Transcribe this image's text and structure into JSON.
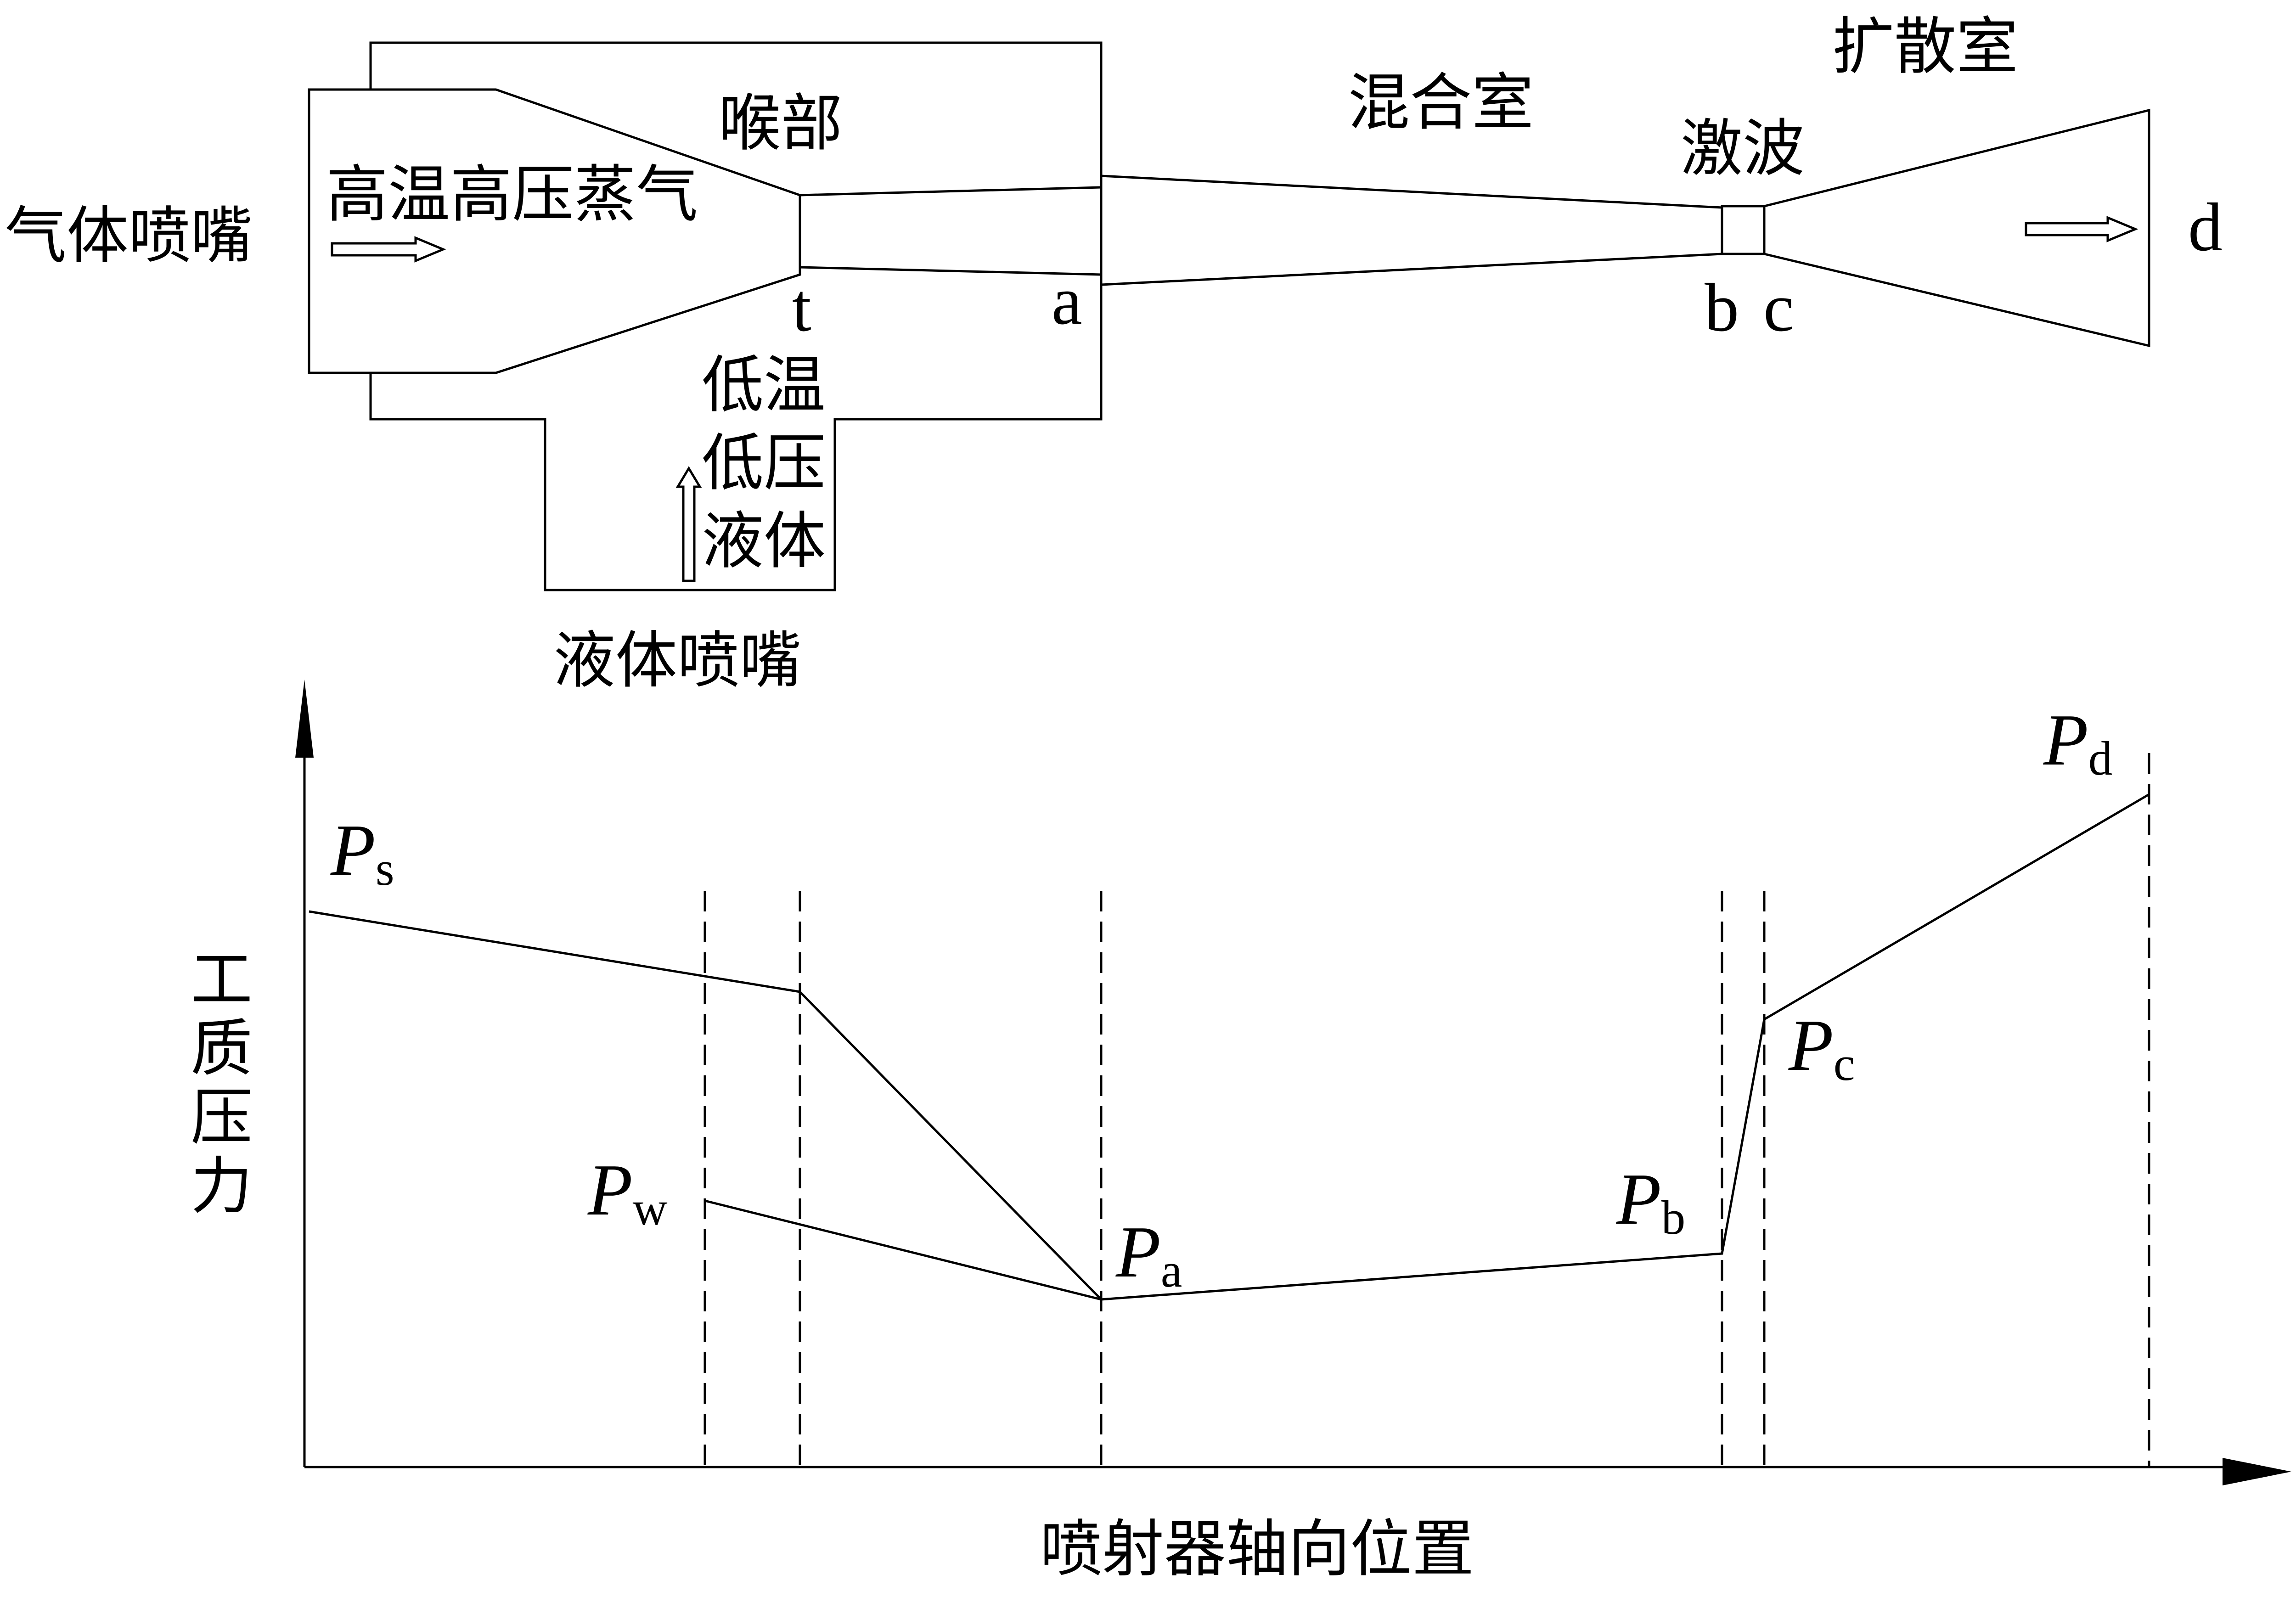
{
  "labels": {
    "gas_nozzle": "气体喷嘴",
    "hot_steam": "高温高压蒸气",
    "throat": "喉部",
    "mixing_chamber": "混合室",
    "shock_wave": "激波",
    "diffuser": "扩散室",
    "low_temp": "低温",
    "low_pressure": "低压",
    "liquid": "液体",
    "liquid_nozzle": "液体喷嘴",
    "point_t": "t",
    "point_a": "a",
    "point_b": "b",
    "point_c": "c",
    "point_d": "d"
  },
  "chart": {
    "y_axis_label": [
      "工",
      "质",
      "压",
      "力"
    ],
    "x_axis_label": "喷射器轴向位置",
    "pressure_labels": {
      "Ps": {
        "main": "P",
        "sub": "s"
      },
      "Pw": {
        "main": "P",
        "sub": "w"
      },
      "Pa": {
        "main": "P",
        "sub": "a"
      },
      "Pb": {
        "main": "P",
        "sub": "b"
      },
      "Pc": {
        "main": "P",
        "sub": "c"
      },
      "Pd": {
        "main": "P",
        "sub": "d"
      }
    }
  }
}
